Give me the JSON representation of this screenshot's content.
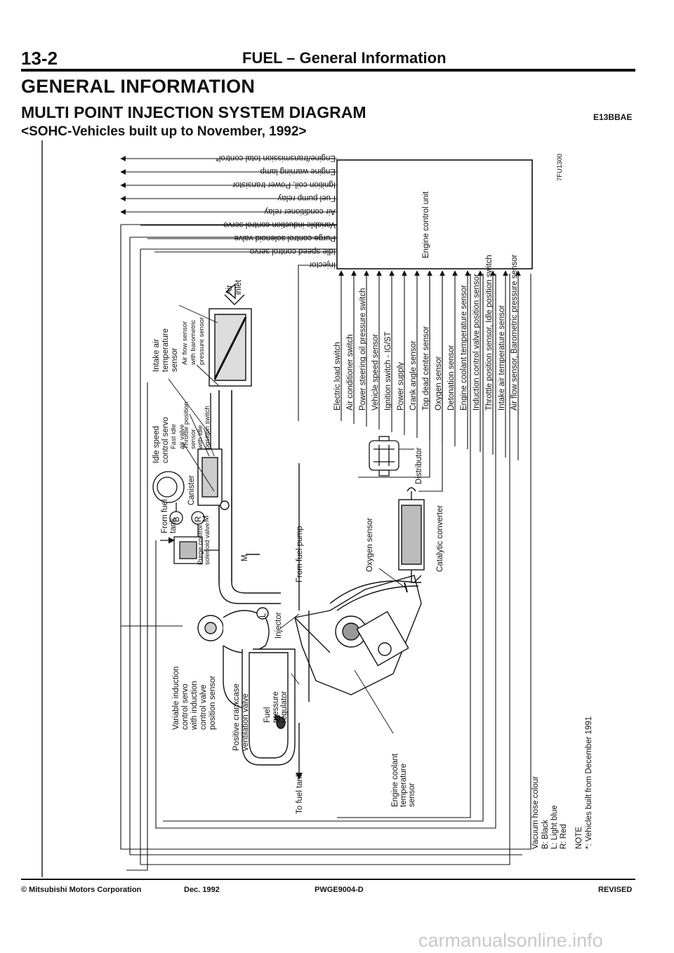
{
  "header": {
    "page_number": "13-2",
    "section_title": "FUEL – General Information"
  },
  "headings": {
    "main": "GENERAL INFORMATION",
    "sub": "MULTI POINT INJECTION SYSTEM DIAGRAM",
    "qualifier": "<SOHC-Vehicles built up to November, 1992>",
    "code": "E13BBAE"
  },
  "figure_id": "7FU1300",
  "outputs": [
    "Engine/transmission total control*",
    "Engine warning lamp",
    "Ignition coil, Power transistor",
    "Fuel pump relay",
    "Air conditioner relay",
    "Variable induction control servo",
    "Purge control solenoid valve",
    "Idle speed control servo",
    "Injector"
  ],
  "ecu_label": "Engine control unit",
  "inputs": [
    "Electric load switch",
    "Air conditioner switch",
    "Power steering oil pressure switch",
    "Vehicle speed sensor",
    "Ignition switch - IG/ST",
    "Power supply",
    "Crank angle sensor",
    "Top dead center sensor",
    "Oxygen sensor",
    "Detonation sensor",
    "Engine coolant temperature sensor",
    "Induction control valve position sensor",
    "Throttle position sensor, Idle position switch",
    "Intake air temperature sensor",
    "Air flow sensor, Barometric pressure sensor"
  ],
  "components": {
    "intake_air_temp": [
      "Intake air",
      "temperature",
      "sensor"
    ],
    "air_flow_sensor": [
      "Air flow sensor",
      "with barometric",
      "pressure sensor"
    ],
    "air_inlet": [
      "Air",
      "inlet"
    ],
    "idle_speed_servo": [
      "Idle speed",
      "control servo"
    ],
    "fast_idle": [
      "Fast idle",
      "air valve"
    ],
    "throttle_position": [
      "Throttle position",
      "sensor",
      "with idle",
      "position switch"
    ],
    "canister": "Canister",
    "from_fuel_tank": [
      "From fuel",
      "tank"
    ],
    "purge_valve": [
      "Purge control",
      "solenoid valve"
    ],
    "hose_b": "B",
    "hose_r": "R",
    "hose_l": "L",
    "hose_m1": "M",
    "hose_m2": "M",
    "from_fuel_pump": "From fuel pump",
    "injector": "Injector",
    "variable_induction": [
      "Variable induction",
      "control servo",
      "with induction",
      "control valve",
      "position sensor"
    ],
    "pcv_valve": [
      "Positive crankcase",
      "ventilation valve"
    ],
    "fuel_pressure_reg": [
      "Fuel",
      "pressure",
      "regulator"
    ],
    "to_fuel_tank": "To fuel tank",
    "coolant_sensor": [
      "Engine coolant",
      "temperature",
      "sensor"
    ],
    "oxygen_sensor": "Oxygen sensor",
    "catalytic": "Catalytic converter",
    "distributor": "Distributor"
  },
  "legend": {
    "title": "Vacuum hose colour",
    "items": [
      "B: Black",
      "L: Light blue",
      "R: Red"
    ]
  },
  "note": {
    "title": "NOTE",
    "text": "*: Vehicles built from December 1991"
  },
  "footer": {
    "copyright": "© Mitsubishi Motors Corporation",
    "date": "Dec. 1992",
    "doc_code": "PWGE9004-D",
    "status": "REVISED"
  },
  "watermark": "carmanualsonline.info"
}
